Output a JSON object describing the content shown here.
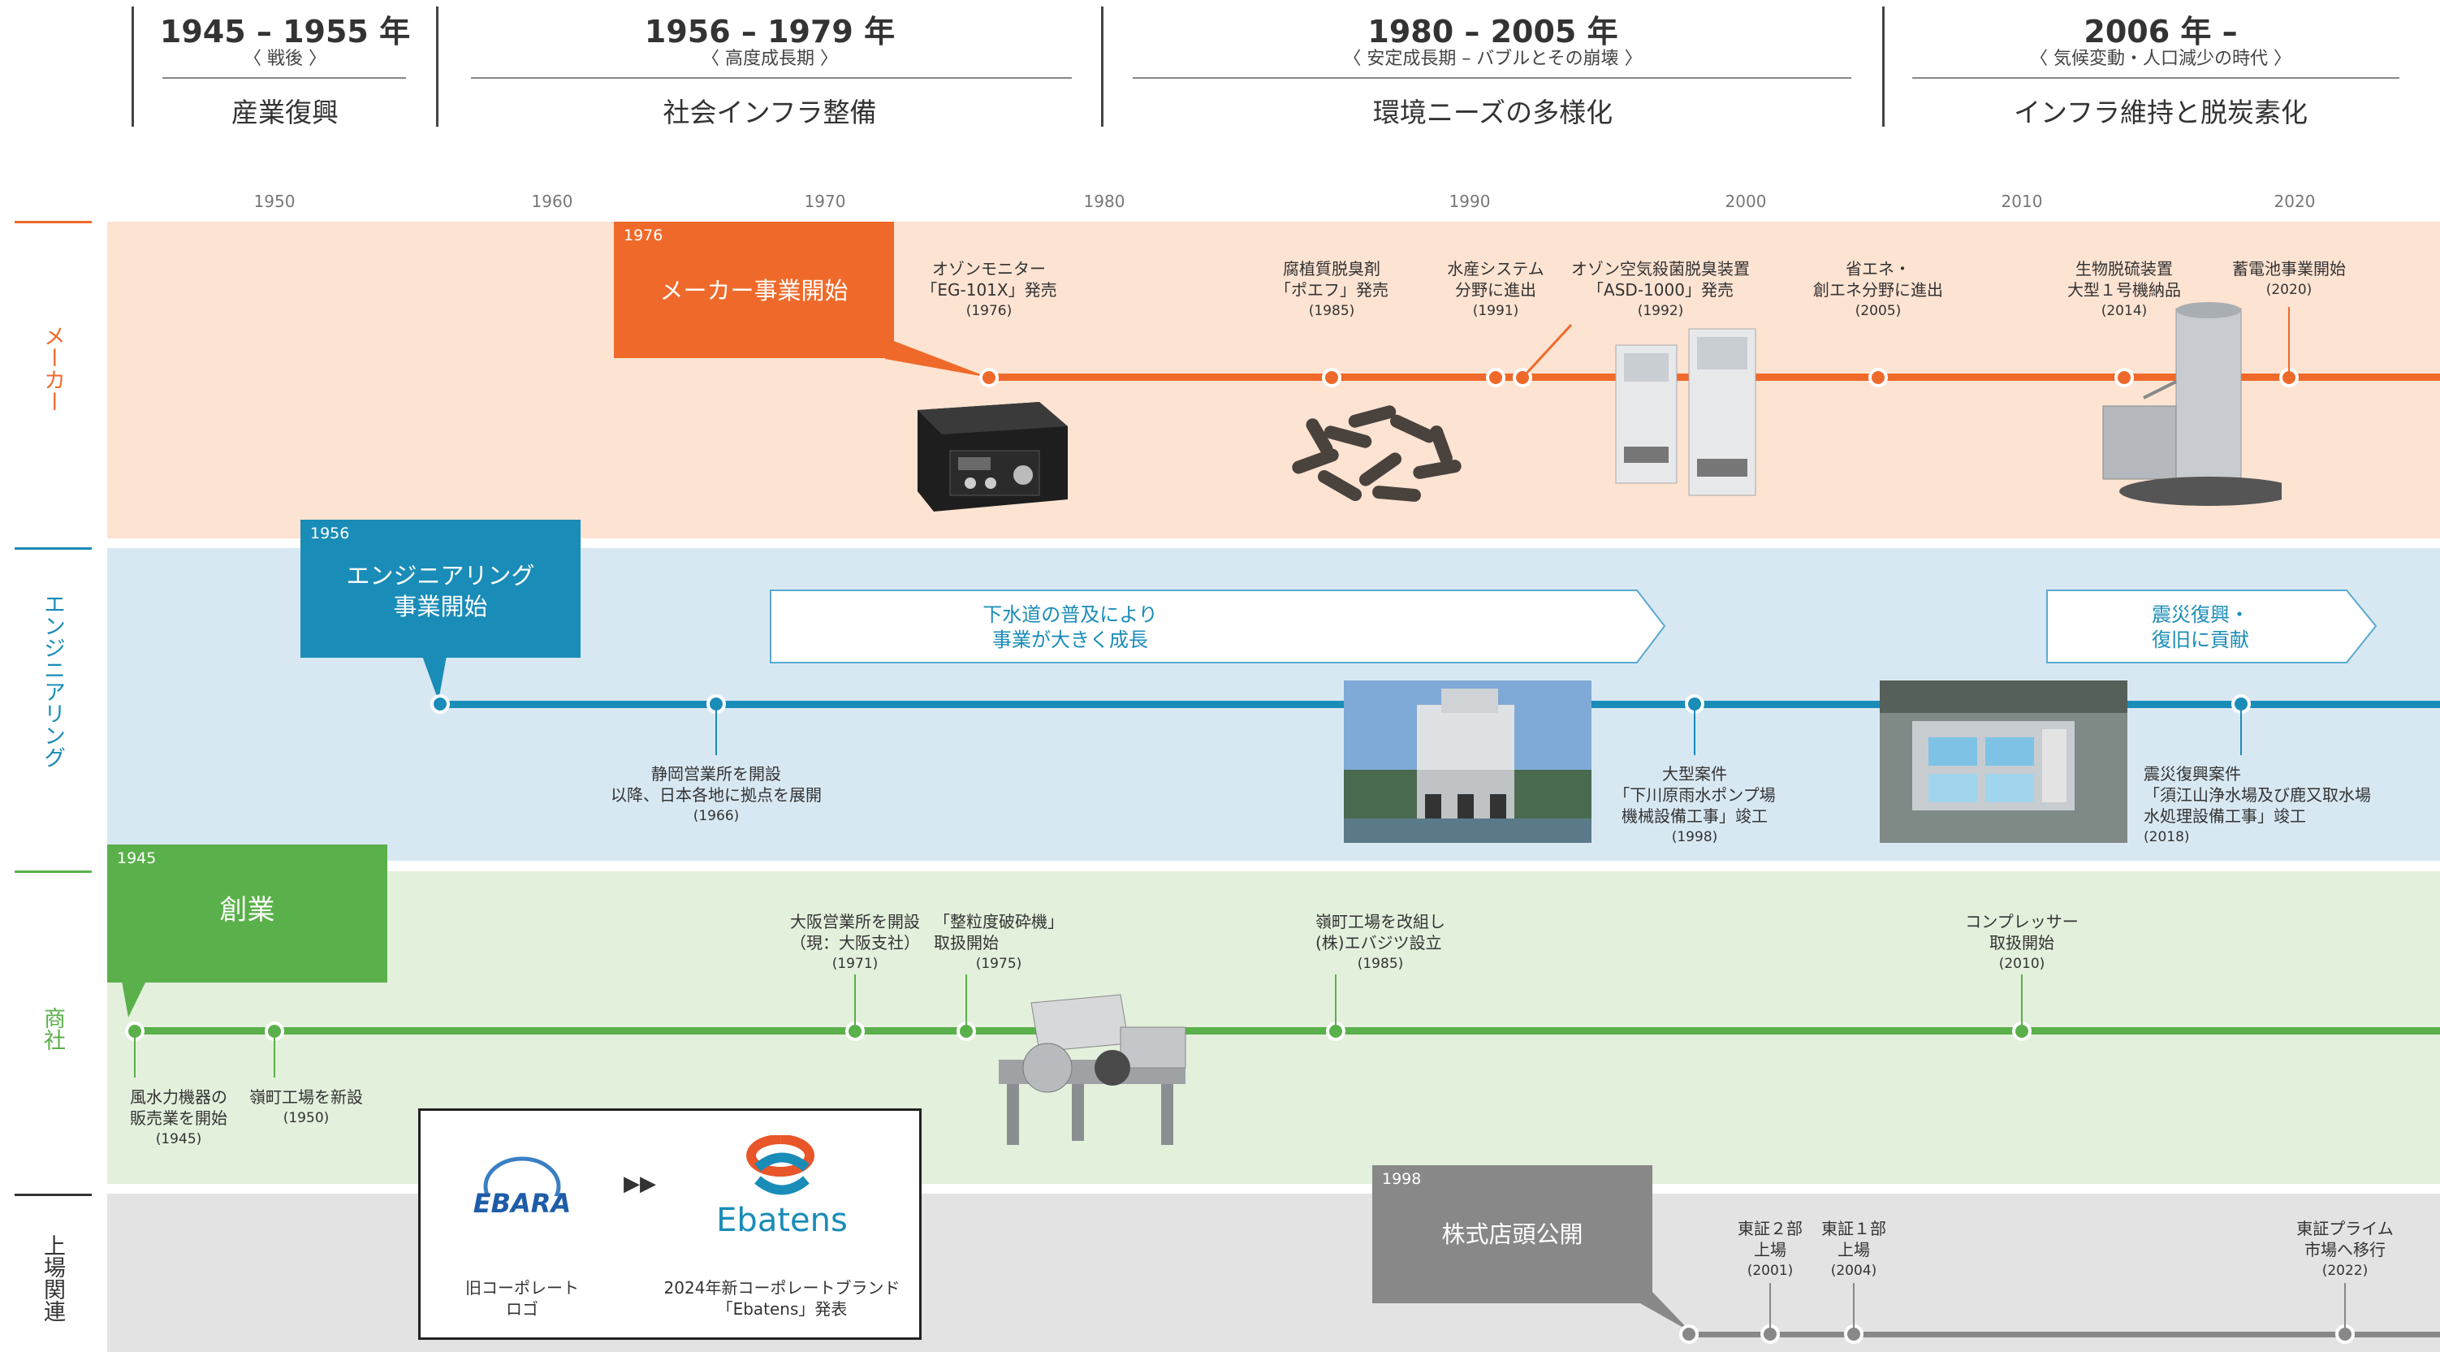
{
  "eras": [
    {
      "range": "1945 – 1955 年",
      "sub": "〈 戦後 〉",
      "name": "産業復興"
    },
    {
      "range": "1956 – 1979 年",
      "sub": "〈 高度成長期 〉",
      "name": "社会インフラ整備"
    },
    {
      "range": "1980 – 2005 年",
      "sub": "〈 安定成長期 – バブルとその崩壊 〉",
      "name": "環境ニーズの多様化"
    },
    {
      "range": "2006 年 –",
      "sub": "〈 気候変動・人口減少の時代 〉",
      "name": "インフラ維持と脱炭素化"
    }
  ],
  "year_axis": [
    "1950",
    "1960",
    "1970",
    "1980",
    "1990",
    "2000",
    "2010",
    "2020"
  ],
  "rows": {
    "maker": {
      "label": "メーカー",
      "color": "#ef6a2a"
    },
    "engineering": {
      "label": "エンジニアリング",
      "color": "#1a8cb8"
    },
    "trading": {
      "label": "商社",
      "color": "#5ab04a"
    },
    "listing": {
      "label": "上場関連",
      "color": "#888888"
    }
  },
  "maker": {
    "callout": {
      "year": "1976",
      "title": "メーカー事業開始"
    },
    "events": [
      {
        "title": "オゾンモニター\n「EG-101X」発売",
        "year": "(1976)"
      },
      {
        "title": "腐植質脱臭剤\n「ポエフ」発売",
        "year": "(1985)"
      },
      {
        "title": "水産システム\n分野に進出",
        "year": "(1991)"
      },
      {
        "title": "オゾン空気殺菌脱臭装置\n「ASD-1000」発売",
        "year": "(1992)"
      },
      {
        "title": "省エネ・\n創エネ分野に進出",
        "year": "(2005)"
      },
      {
        "title": "生物脱硫装置\n大型１号機納品",
        "year": "(2014)"
      },
      {
        "title": "蓄電池事業開始",
        "year": "(2020)"
      }
    ]
  },
  "engineering": {
    "callout": {
      "year": "1956",
      "title": "エンジニアリング\n事業開始"
    },
    "arrows": [
      {
        "text": "下水道の普及により\n事業が大きく成長"
      },
      {
        "text": "震災復興・\n復旧に貢献"
      }
    ],
    "events": [
      {
        "title": "静岡営業所を開設\n以降、日本各地に拠点を展開",
        "year": "(1966)"
      },
      {
        "title": "大型案件\n「下川原雨水ポンプ場\n機械設備工事」竣工",
        "year": "(1998)"
      },
      {
        "title": "震災復興案件\n「須江山浄水場及び鹿又取水場\n水処理設備工事」竣工",
        "year": "(2018)"
      }
    ]
  },
  "trading": {
    "callout": {
      "year": "1945",
      "title": "創業"
    },
    "events": [
      {
        "title": "風水力機器の\n販売業を開始",
        "year": "(1945)"
      },
      {
        "title": "嶺町工場を新設",
        "year": "(1950)"
      },
      {
        "title": "大阪営業所を開設\n（現：大阪支社）",
        "year": "(1971)"
      },
      {
        "title": "「整粒度破砕機」\n取扱開始",
        "year": "(1975)"
      },
      {
        "title": "嶺町工場を改組し\n(株)エバジツ設立",
        "year": "(1985)"
      },
      {
        "title": "コンプレッサー\n取扱開始",
        "year": "(2010)"
      }
    ]
  },
  "listing": {
    "callout": {
      "year": "1998",
      "title": "株式店頭公開"
    },
    "events": [
      {
        "title": "東証２部\n上場",
        "year": "(2001)"
      },
      {
        "title": "東証１部\n上場",
        "year": "(2004)"
      },
      {
        "title": "東証プライム\n市場へ移行",
        "year": "(2022)"
      }
    ]
  },
  "brand": {
    "old_logo_text": "EBARA",
    "new_logo_text": "Ebatens",
    "old_caption": "旧コーポレート\nロゴ",
    "new_caption": "2024年新コーポレートブランド\n「Ebatens」発表",
    "arrow": "▶▶"
  }
}
